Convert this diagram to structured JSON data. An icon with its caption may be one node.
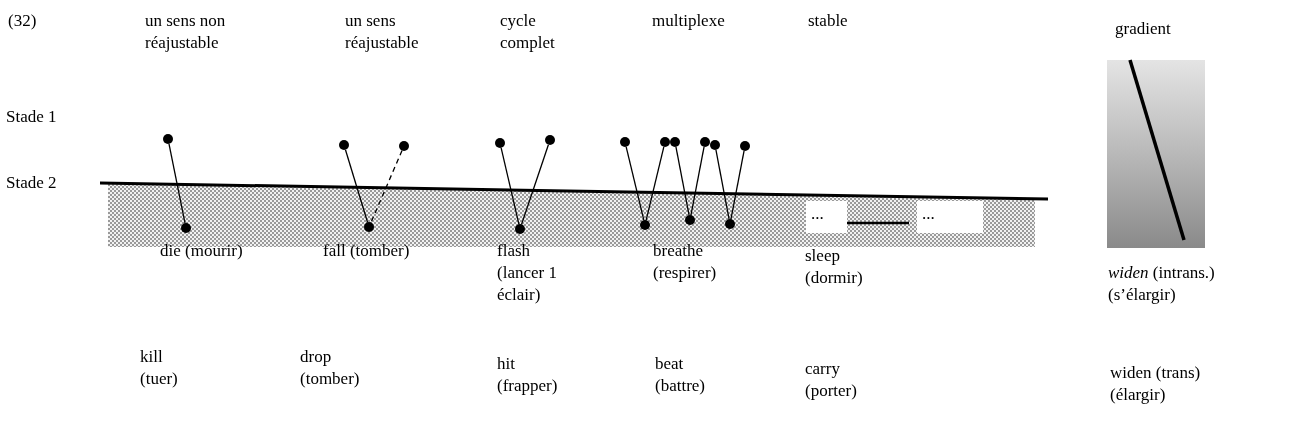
{
  "diagram": {
    "nodes": [
      {
        "text": [],
        "shape": "circle"
      },
      {
        "text": [],
        "shape": "circle"
      },
      {
        "text": [],
        "shape": "circle"
      },
      {
        "text": [],
        "shape": "circle"
      },
      {
        "text": [],
        "shape": "circle"
      },
      {
        "text": [],
        "shape": "circle"
      },
      {
        "text": [],
        "shape": "circle"
      },
      {
        "text": [],
        "shape": "circle"
      },
      {
        "text": [],
        "shape": "circle"
      },
      {
        "text": [],
        "shape": "circle"
      },
      {
        "text": [],
        "shape": "circle"
      },
      {
        "text": [],
        "shape": "circle"
      },
      {
        "text": [],
        "shape": "circle"
      },
      {
        "text": [],
        "shape": "circle"
      },
      {
        "text": [],
        "shape": "circle"
      },
      {
        "text": [],
        "shape": "circle"
      },
      {
        "text": [],
        "shape": "circle"
      }
    ],
    "edges": [
      {
        "from": 0,
        "to": 1,
        "arrow": "none"
      },
      {
        "from": 2,
        "to": 4,
        "arrow": "none"
      },
      {
        "from": 3,
        "to": 4,
        "arrow": "none",
        "style": "dashed"
      },
      {
        "from": 5,
        "to": 7,
        "arrow": "none"
      },
      {
        "from": 6,
        "to": 7,
        "arrow": "none"
      },
      {
        "from": 8,
        "to": 14,
        "arrow": "none"
      },
      {
        "from": 9,
        "to": 14,
        "arrow": "none"
      },
      {
        "from": 10,
        "to": 15,
        "arrow": "none"
      },
      {
        "from": 11,
        "to": 15,
        "arrow": "none"
      },
      {
        "from": 12,
        "to": 16,
        "arrow": "none"
      },
      {
        "from": 13,
        "to": 16,
        "arrow": "none"
      }
    ],
    "labels": [
      "(32)",
      "un sens non réajustable",
      "un sens réajustable",
      "cycle complet",
      "multiplexe",
      "stable",
      "gradient",
      "Stade 1",
      "Stade 2",
      "...",
      "...",
      "die (mourir)",
      "fall (tomber)",
      "flash (lancer 1 éclair)",
      "breathe (respirer)",
      "sleep (dormir)",
      "*widen* (intrans.) (s’élargir)",
      "kill (tuer)",
      "drop (tomber)",
      "hit (frapper)",
      "beat (battre)",
      "carry (porter)",
      "widen (trans) (élargir)"
    ]
  }
}
